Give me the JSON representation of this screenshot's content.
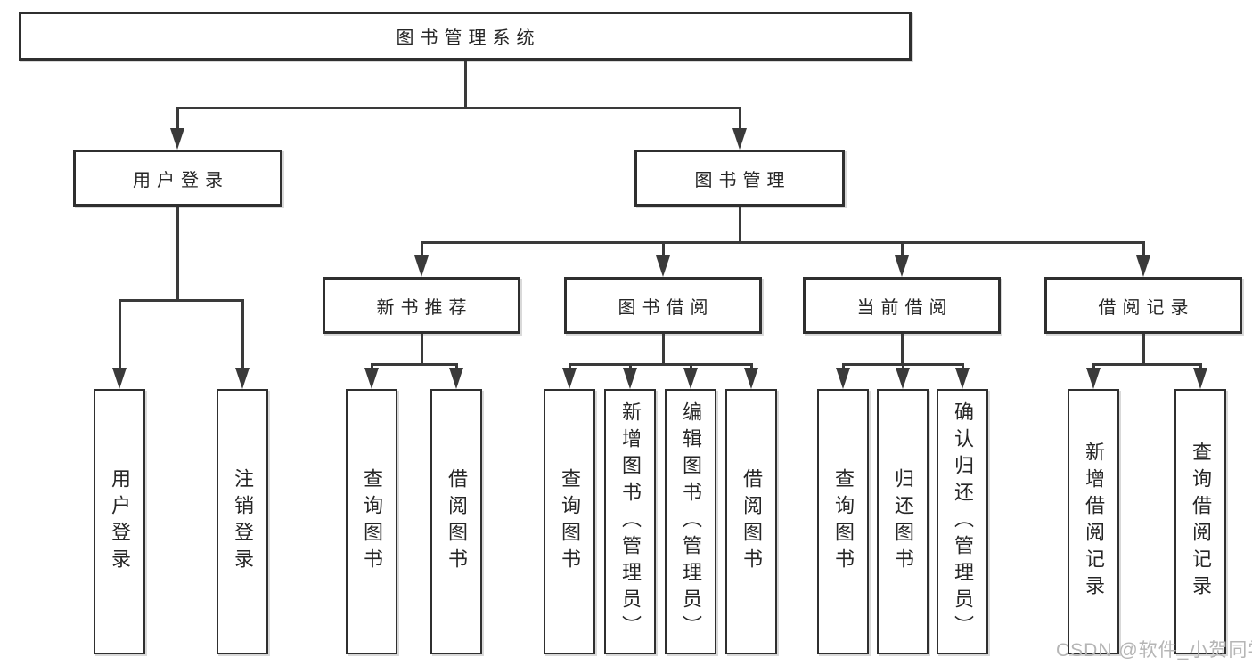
{
  "tree": {
    "root": {
      "label": "图书管理系统"
    },
    "level2": [
      {
        "label": "用户登录"
      },
      {
        "label": "图书管理"
      }
    ],
    "level3": [
      {
        "label": "新书推荐",
        "parent": "图书管理"
      },
      {
        "label": "图书借阅",
        "parent": "图书管理"
      },
      {
        "label": "当前借阅",
        "parent": "图书管理"
      },
      {
        "label": "借阅记录",
        "parent": "图书管理"
      }
    ],
    "leaves": [
      {
        "label": "用户登录",
        "parent": "用户登录"
      },
      {
        "label": "注销登录",
        "parent": "用户登录"
      },
      {
        "label": "查询图书",
        "parent": "新书推荐"
      },
      {
        "label": "借阅图书",
        "parent": "新书推荐"
      },
      {
        "label": "查询图书",
        "parent": "图书借阅"
      },
      {
        "label": "新增图书（管理员）",
        "parent": "图书借阅"
      },
      {
        "label": "编辑图书（管理员）",
        "parent": "图书借阅"
      },
      {
        "label": "借阅图书",
        "parent": "图书借阅"
      },
      {
        "label": "查询图书",
        "parent": "当前借阅"
      },
      {
        "label": "归还图书",
        "parent": "当前借阅"
      },
      {
        "label": "确认归还（管理员）",
        "parent": "当前借阅"
      },
      {
        "label": "新增借阅记录",
        "parent": "借阅记录"
      },
      {
        "label": "查询借阅记录",
        "parent": "借阅记录"
      }
    ]
  },
  "watermark": {
    "text": "CSDN @软件_小贺同学"
  },
  "colors": {
    "line": "#3a3a3a",
    "box_border": "#2f2f2f",
    "text": "#262626",
    "watermark": "#b5b5b5",
    "background": "#ffffff"
  }
}
